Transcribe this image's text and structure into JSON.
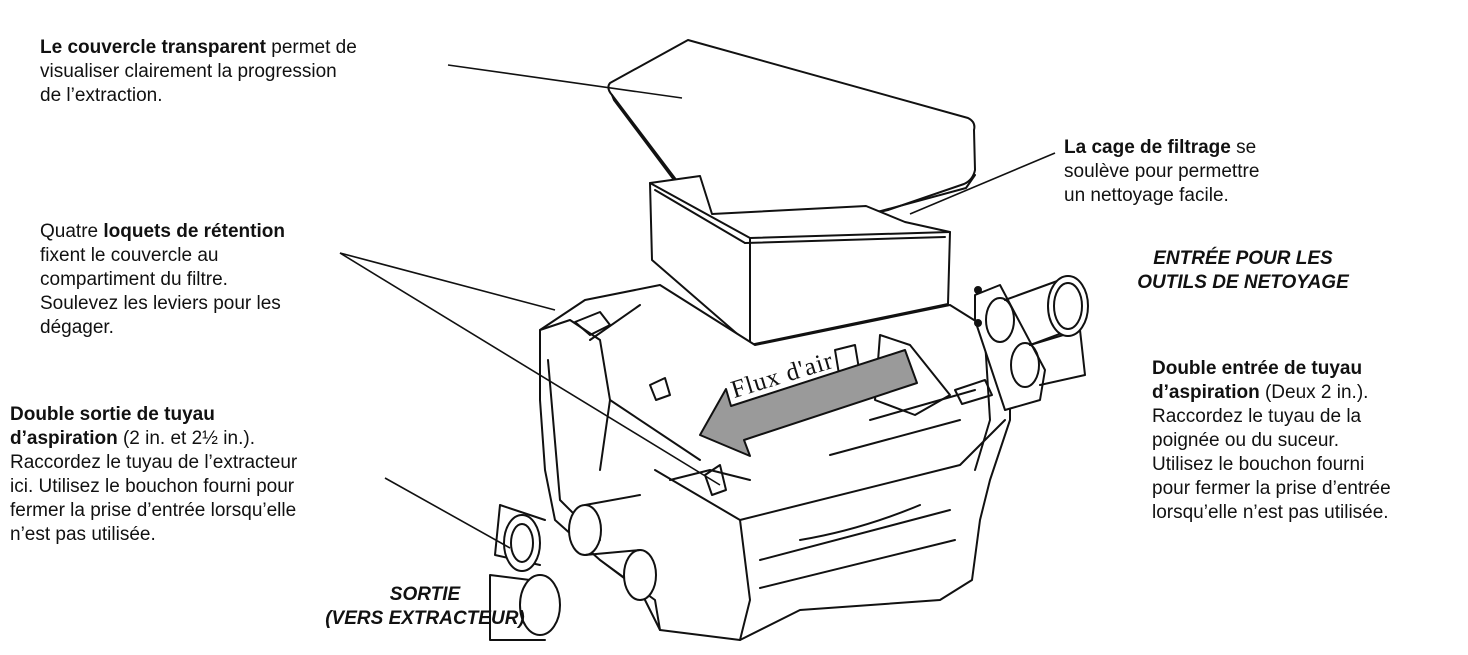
{
  "notes": {
    "lid": {
      "bold": "Le couvercle transparent",
      "line1_rest": " permet de",
      "line2": "visualiser clairement la progression",
      "line3": "de l’extraction."
    },
    "cage": {
      "bold": "La cage de filtrage",
      "line1_rest": " se",
      "line2": "soulève pour permettre",
      "line3": "un nettoyage facile."
    },
    "latches": {
      "line1_start": "Quatre ",
      "bold": "loquets de rétention",
      "line2": "fixent le couvercle au",
      "line3": "compartiment du filtre.",
      "line4": "Soulevez les leviers pour les",
      "line5": "dégager."
    },
    "outlet_note": {
      "bold1": "Double sortie de tuyau",
      "bold2": "d’aspiration",
      "line2_rest": " (2 in. et 2½ in.).",
      "line3": "Raccordez le tuyau de l’extracteur",
      "line4": "ici. Utilisez le bouchon fourni pour",
      "line5": "fermer la prise d’entrée lorsqu’elle",
      "line6": "n’est pas utilisée."
    },
    "inlet_note": {
      "bold1": "Double entrée de tuyau",
      "bold2": "d’aspiration",
      "line2_rest": " (Deux 2 in.).",
      "line3": "Raccordez le tuyau de la",
      "line4": "poignée ou du suceur.",
      "line5": "Utilisez le bouchon fourni",
      "line6": "pour fermer la prise d’entrée",
      "line7": "lorsqu’elle n’est pas utilisée."
    }
  },
  "labels": {
    "tools_inlet_line1": "ENTRÉE POUR LES",
    "tools_inlet_line2": "OUTILS DE NETOYAGE",
    "outlet_line1": "SORTIE",
    "outlet_line2": "(VERS EXTRACTEUR)",
    "airflow": "Flux d'air"
  },
  "colors": {
    "arrow_fill": "#9a9a9a",
    "line": "#111111"
  }
}
